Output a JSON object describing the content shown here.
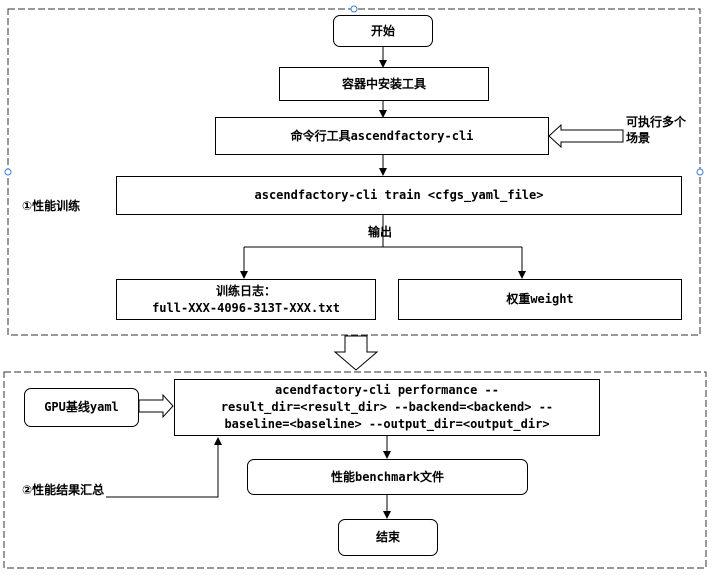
{
  "section1": {
    "label": "①性能训练",
    "start": "开始",
    "install": "容器中安装工具",
    "cli": "命令行工具ascendfactory-cli",
    "note": "可执行多个场景",
    "train": "ascendfactory-cli train <cfgs_yaml_file>",
    "output_label": "输出",
    "log_line1": "训练日志：",
    "log_line2": "full-XXX-4096-313T-XXX.txt",
    "weight": "权重weight"
  },
  "section2": {
    "label": "②性能结果汇总",
    "gpu": "GPU基线yaml",
    "perf_line1": "acendfactory-cli performance --",
    "perf_line2": "result_dir=<result_dir> --backend=<backend> --",
    "perf_line3": "baseline=<baseline> --output_dir=<output_dir>",
    "benchmark": "性能benchmark文件",
    "end": "结束"
  }
}
